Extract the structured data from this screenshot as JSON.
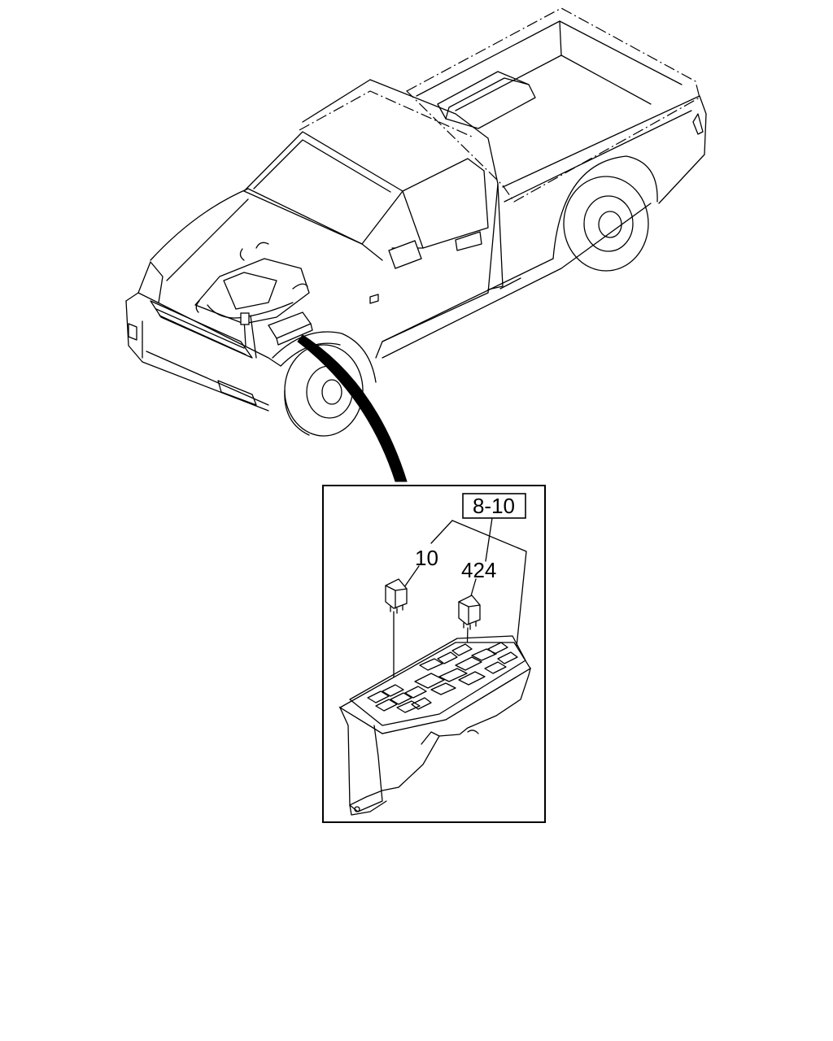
{
  "callouts": {
    "group_ref": "8-10",
    "part_a": "10",
    "part_b": "424"
  }
}
